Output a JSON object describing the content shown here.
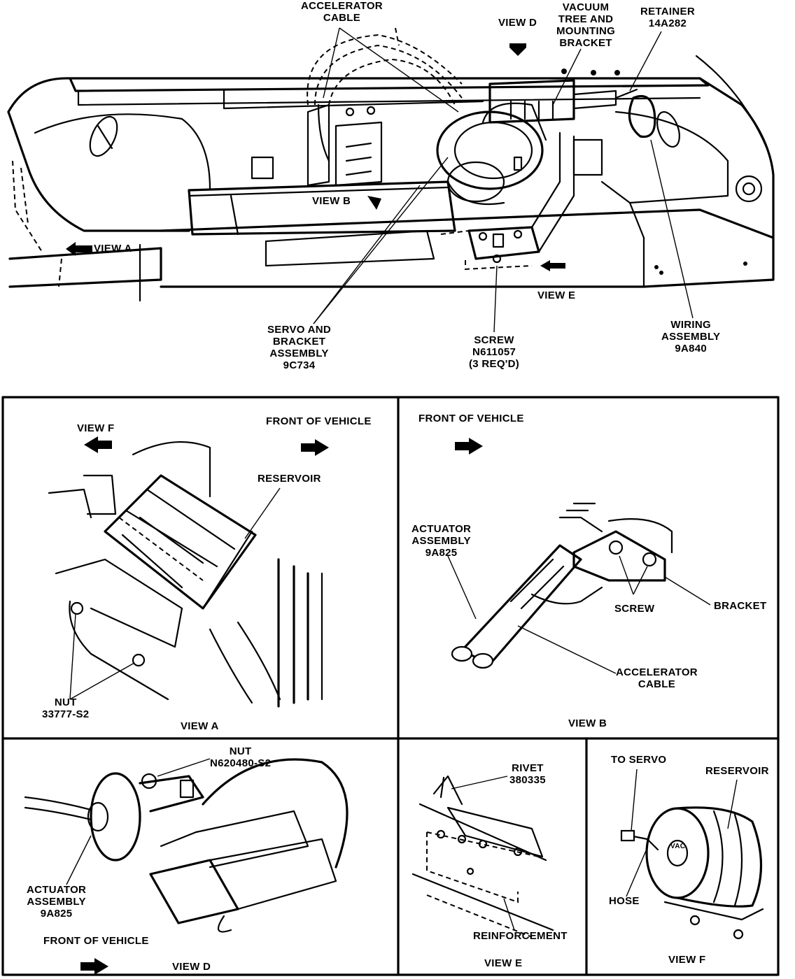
{
  "main_view": {
    "labels": {
      "accelerator_cable": [
        "ACCELERATOR",
        "CABLE"
      ],
      "view_d": "VIEW D",
      "vacuum_tree": [
        "VACUUM",
        "TREE AND",
        "MOUNTING",
        "BRACKET"
      ],
      "retainer": [
        "RETAINER",
        "14A282"
      ],
      "view_b": "VIEW B",
      "view_a": "VIEW A",
      "view_e": "VIEW E",
      "servo": [
        "SERVO AND",
        "BRACKET",
        "ASSEMBLY",
        "9C734"
      ],
      "screw": [
        "SCREW",
        "N611057",
        "(3 REQ'D)"
      ],
      "wiring": [
        "WIRING",
        "ASSEMBLY",
        "9A840"
      ]
    }
  },
  "panels": {
    "view_a": {
      "view_f": "VIEW F",
      "front": "FRONT OF VEHICLE",
      "reservoir": "RESERVOIR",
      "nut": [
        "NUT",
        "33777-S2"
      ],
      "caption": "VIEW A"
    },
    "view_b": {
      "front": "FRONT OF VEHICLE",
      "actuator": [
        "ACTUATOR",
        "ASSEMBLY",
        "9A825"
      ],
      "screw": "SCREW",
      "bracket": "BRACKET",
      "accel": [
        "ACCELERATOR",
        "CABLE"
      ],
      "caption": "VIEW B"
    },
    "view_d": {
      "nut": [
        "NUT",
        "N620480-S2"
      ],
      "actuator": [
        "ACTUATOR",
        "ASSEMBLY",
        "9A825"
      ],
      "front": "FRONT OF VEHICLE",
      "caption": "VIEW D"
    },
    "view_e": {
      "rivet": [
        "RIVET",
        "380335"
      ],
      "reinforcement": "REINFORCEMENT",
      "caption": "VIEW E"
    },
    "view_f": {
      "to_servo": "TO SERVO",
      "reservoir": "RESERVOIR",
      "hose": "HOSE",
      "vac": "VAC",
      "caption": "VIEW F"
    }
  }
}
